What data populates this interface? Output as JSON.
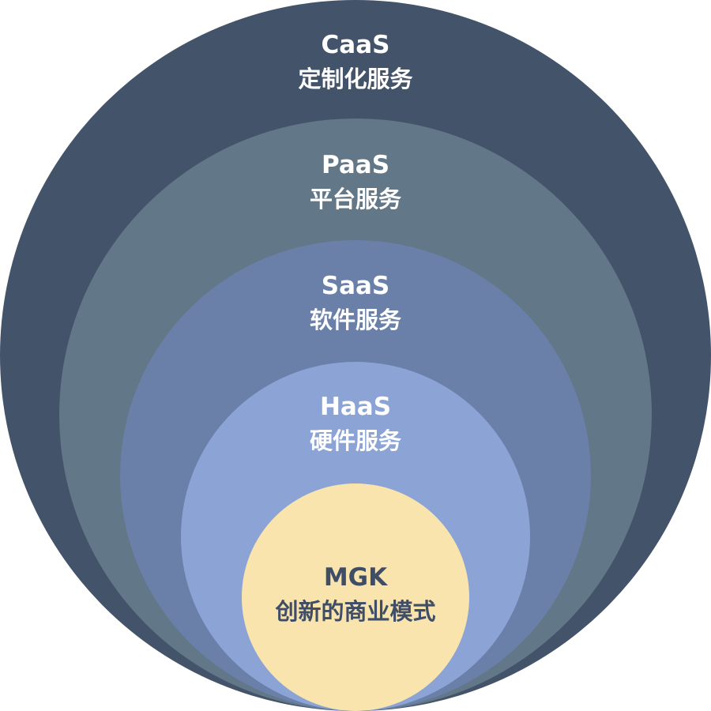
{
  "layers": [
    {
      "id": "caas",
      "title": "CaaS",
      "subtitle": "定制化服务",
      "fill": "#43536A",
      "text_color": "#FFFFFF"
    },
    {
      "id": "paas",
      "title": "PaaS",
      "subtitle": "平台服务",
      "fill": "#627787",
      "text_color": "#FFFFFF"
    },
    {
      "id": "saas",
      "title": "SaaS",
      "subtitle": "软件服务",
      "fill": "#6A80A8",
      "text_color": "#FFFFFF"
    },
    {
      "id": "haas",
      "title": "HaaS",
      "subtitle": "硬件服务",
      "fill": "#8BA4D5",
      "text_color": "#FFFFFF"
    },
    {
      "id": "mgk",
      "title": "MGK",
      "subtitle": "创新的商业模式",
      "fill": "#F9E4AE",
      "text_color": "#3F4E66"
    }
  ]
}
